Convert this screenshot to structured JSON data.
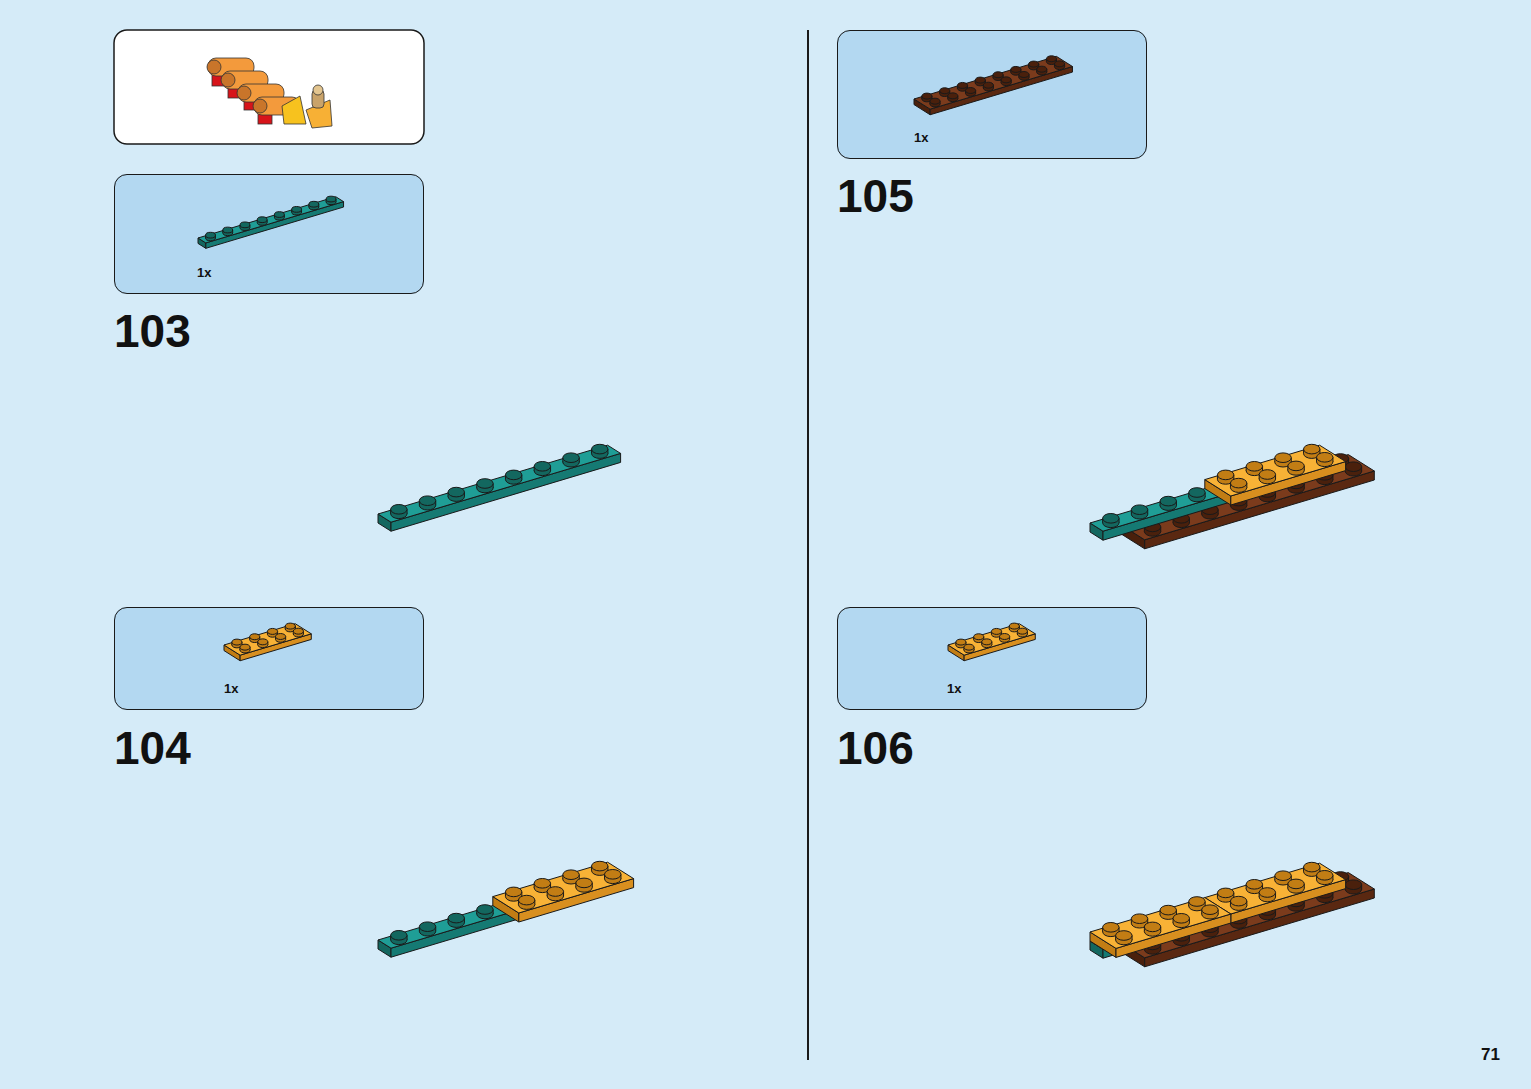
{
  "diagram": {
    "nodes": [
      {
        "text": [
          "1x"
        ]
      },
      {
        "text": [
          "1x"
        ]
      },
      {
        "text": [
          "1x"
        ]
      },
      {
        "text": [
          "1x"
        ]
      }
    ],
    "labels": [
      "103",
      "104",
      "105",
      "106",
      "71"
    ]
  }
}
